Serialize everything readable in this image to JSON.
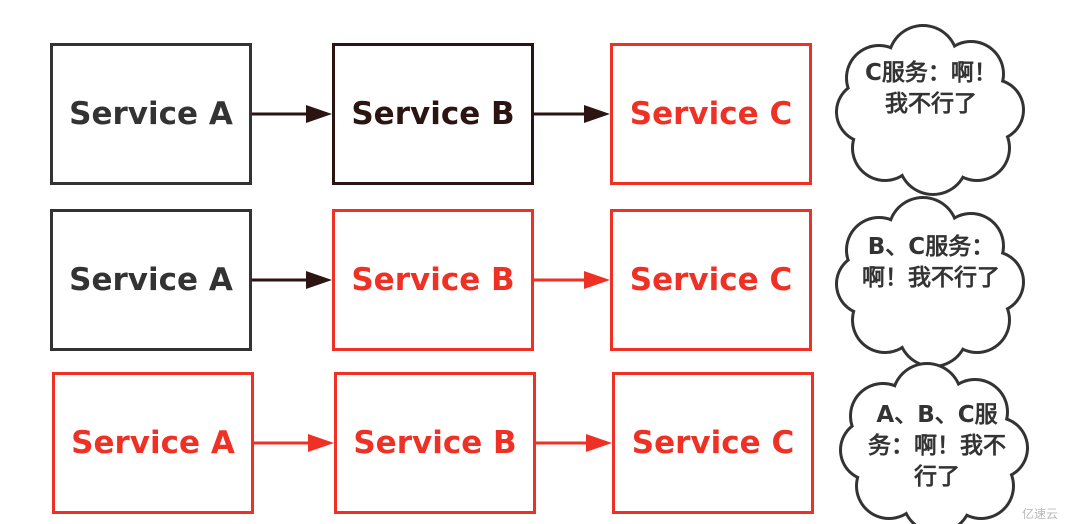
{
  "colors": {
    "normal": "#333333",
    "dark": "#2b1412",
    "failed": "#ee3124",
    "cloud_fill": "#ffffff",
    "cloud_stroke": "#333333"
  },
  "rows": [
    {
      "services": [
        {
          "label": "Service A",
          "status": "normal"
        },
        {
          "label": "Service B",
          "status": "dark"
        },
        {
          "label": "Service C",
          "status": "failed"
        }
      ],
      "arrows": [
        "dark",
        "dark"
      ],
      "cloud": "C服务：啊！我不行了"
    },
    {
      "services": [
        {
          "label": "Service A",
          "status": "normal"
        },
        {
          "label": "Service B",
          "status": "failed"
        },
        {
          "label": "Service C",
          "status": "failed"
        }
      ],
      "arrows": [
        "dark",
        "failed"
      ],
      "cloud": "B、C服务：啊！我不行了"
    },
    {
      "services": [
        {
          "label": "Service A",
          "status": "failed"
        },
        {
          "label": "Service B",
          "status": "failed"
        },
        {
          "label": "Service C",
          "status": "failed"
        }
      ],
      "arrows": [
        "failed",
        "failed"
      ],
      "cloud": "A、B、C服务：啊！我不行了"
    }
  ],
  "watermark": "亿速云"
}
